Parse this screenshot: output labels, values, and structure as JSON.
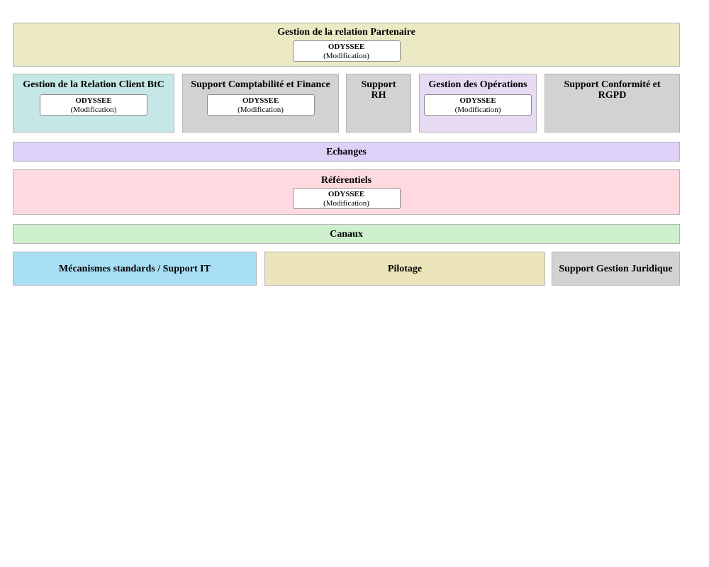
{
  "diagram": {
    "odyssee": {
      "title": "ODYSSEE",
      "subtitle": "(Modification)"
    },
    "blocks": {
      "partenaire": {
        "title": "Gestion de la relation Partenaire",
        "color": "#ebeac4",
        "has_odyssee": true
      },
      "client_btc": {
        "title": "Gestion de la Relation Client BtC",
        "color": "#c5e7e5",
        "has_odyssee": true
      },
      "comptabilite": {
        "title": "Support Comptabilité et Finance",
        "color": "#d2d2d2",
        "has_odyssee": true
      },
      "rh": {
        "title": "Support RH",
        "color": "#d2d2d2",
        "has_odyssee": false
      },
      "operations": {
        "title": "Gestion des Opérations",
        "color": "#e7daf3",
        "has_odyssee": true
      },
      "conformite": {
        "title": "Support Conformité et RGPD",
        "color": "#d2d2d2",
        "has_odyssee": false
      },
      "echanges": {
        "title": "Echanges",
        "color": "#ddd1f8",
        "has_odyssee": false
      },
      "referentiels": {
        "title": "Référentiels",
        "color": "#fed9df",
        "has_odyssee": true
      },
      "canaux": {
        "title": "Canaux",
        "color": "#cff0cd",
        "has_odyssee": false
      },
      "mecanismes": {
        "title": "Mécanismes standards / Support IT",
        "color": "#a9dff5",
        "has_odyssee": false
      },
      "pilotage": {
        "title": "Pilotage",
        "color": "#ece4ba",
        "has_odyssee": false
      },
      "juridique": {
        "title": "Support Gestion Juridique",
        "color": "#d2d2d2",
        "has_odyssee": false
      }
    },
    "colors": {
      "block_border": "#b5b5b5",
      "odyssee_box_border": "#8e8e8e",
      "odyssee_box_background": "#ffffff",
      "text": "#000000",
      "page_background": "#ffffff"
    }
  }
}
